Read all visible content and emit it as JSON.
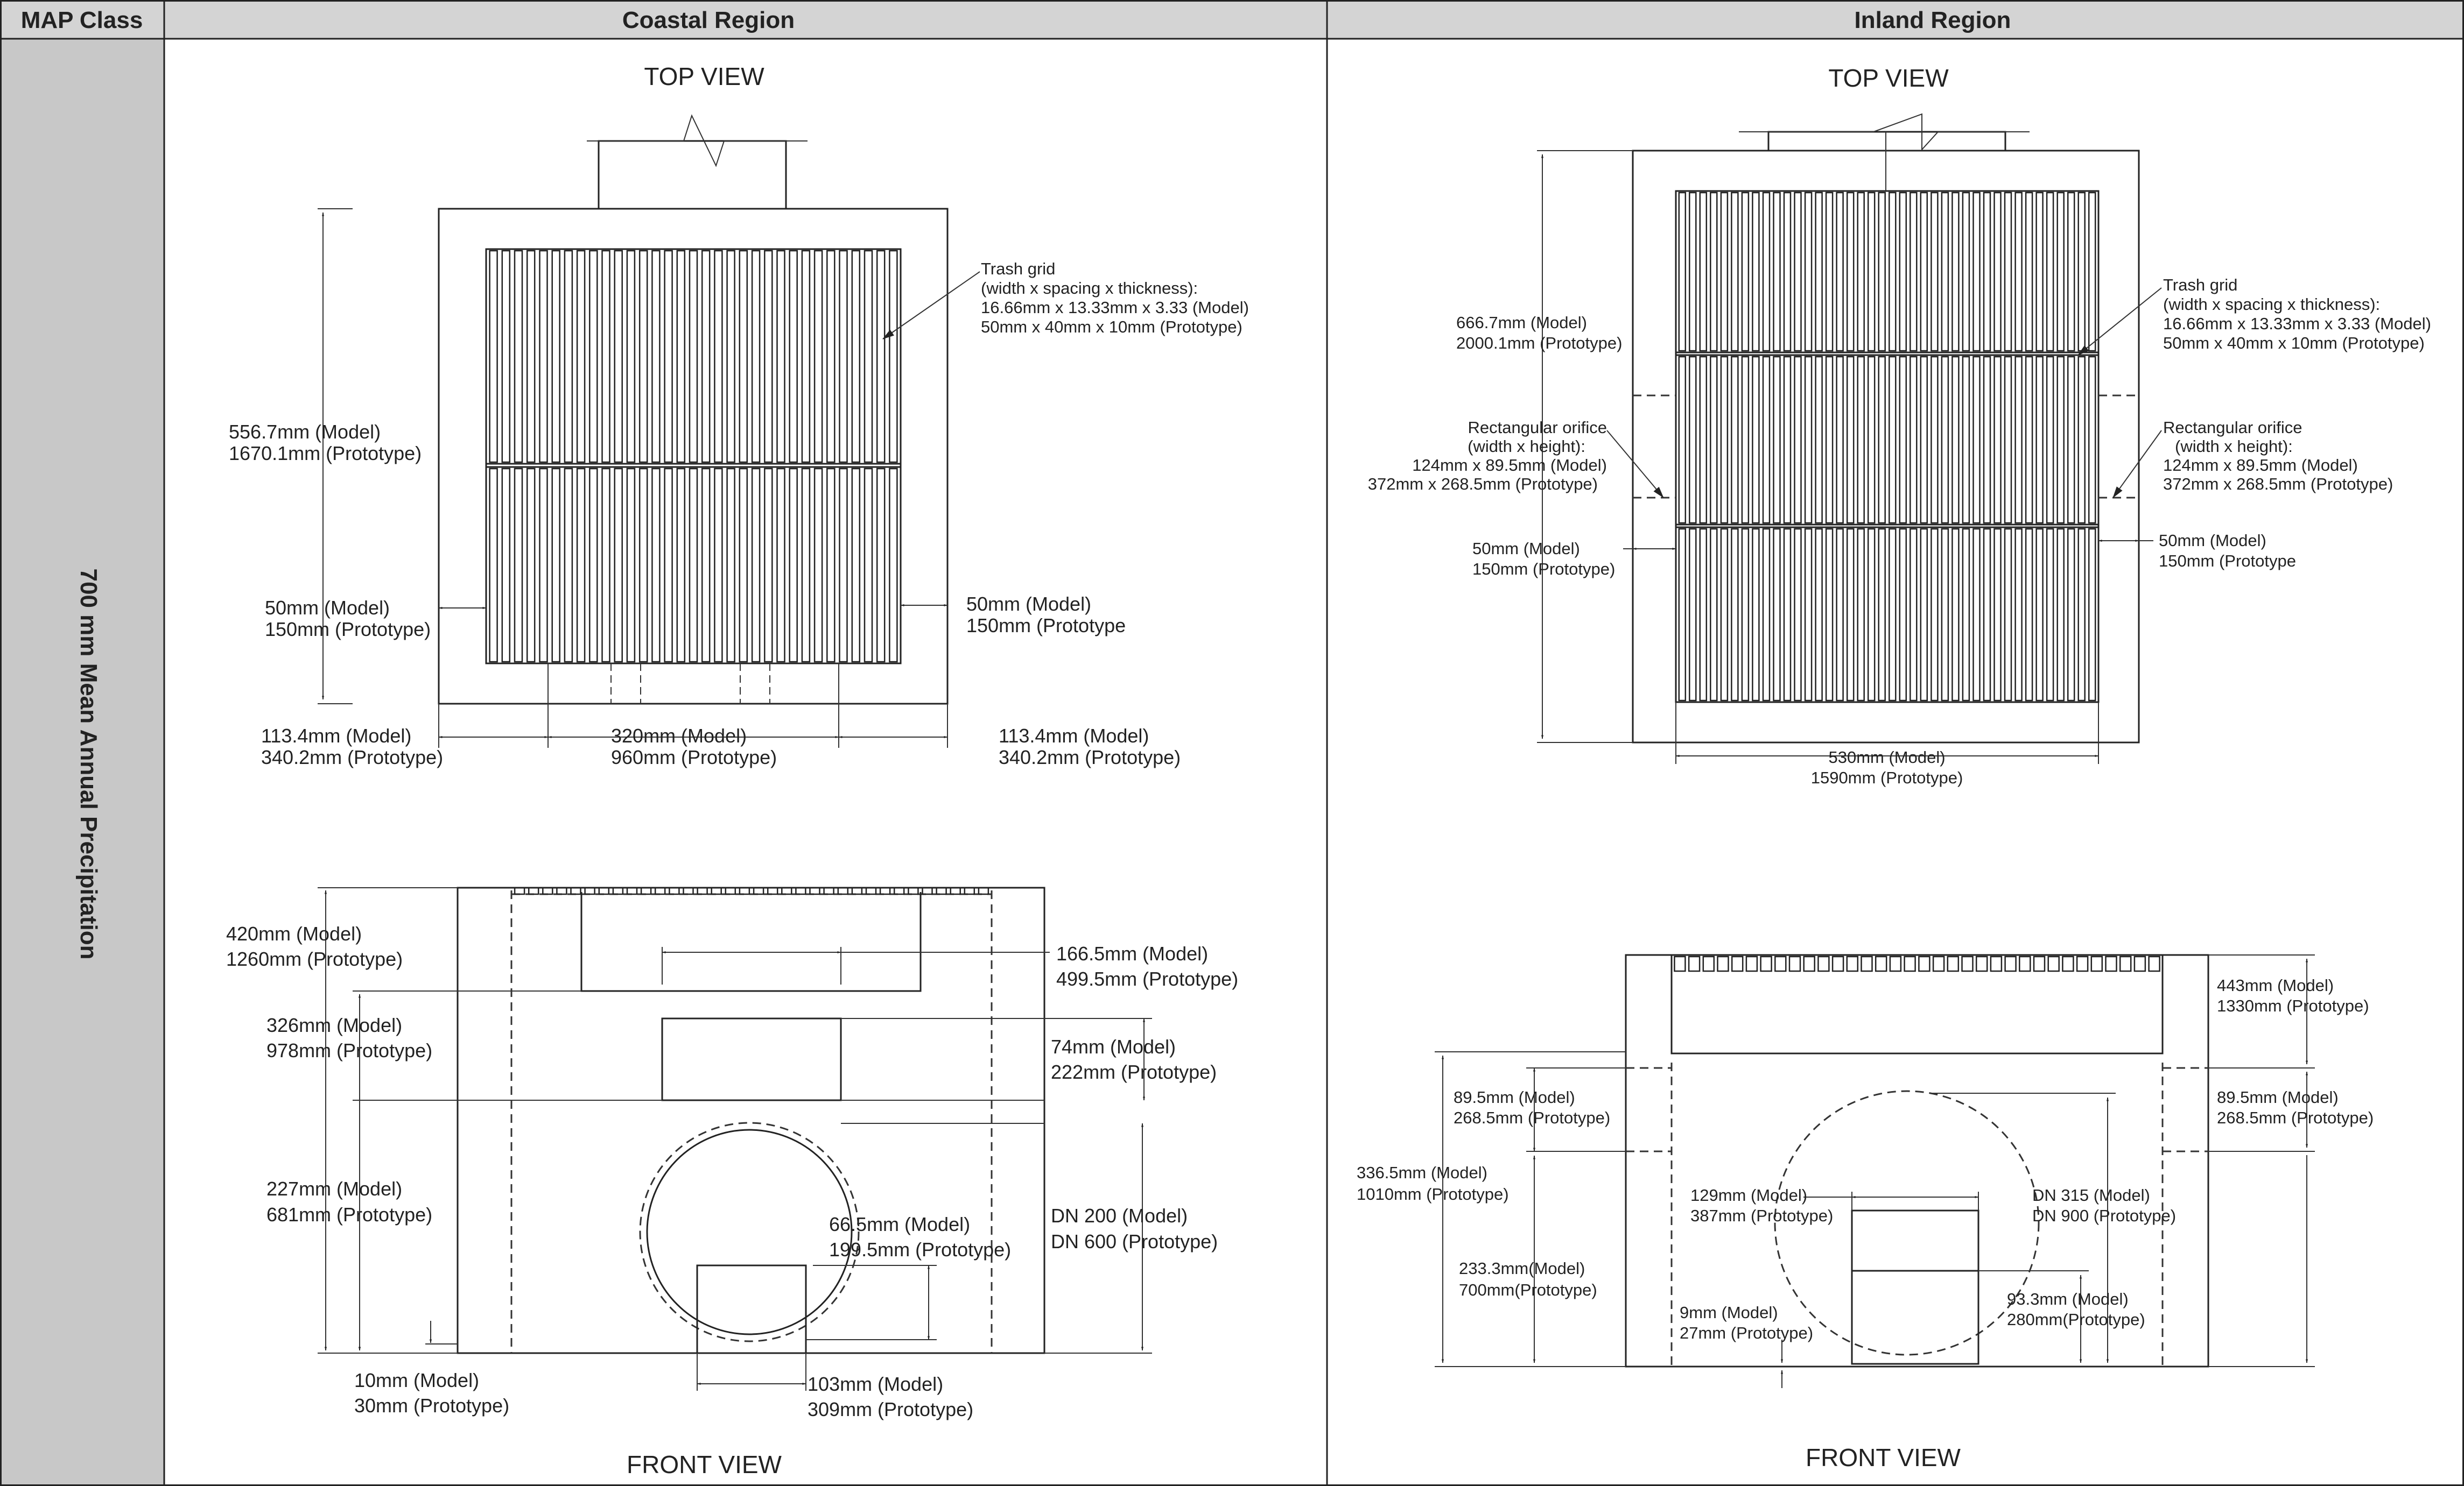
{
  "table": {
    "headers": [
      "MAP Class",
      "Coastal Region",
      "Inland Region"
    ],
    "row_label": "700 mm Mean Annual Precipitation"
  },
  "coastal": {
    "top_view_title": "TOP VIEW",
    "front_view_title": "FRONT VIEW",
    "top": {
      "trash_grid": [
        "Trash grid",
        "(width x spacing x thickness):",
        "16.66mm x 13.33mm x 3.33 (Model)",
        "50mm x 40mm x 10mm (Prototype)"
      ],
      "height": [
        "556.7mm (Model)",
        "1670.1mm (Prototype)"
      ],
      "wall_left": [
        "50mm (Model)",
        "150mm (Prototype)"
      ],
      "wall_right": [
        "50mm (Model)",
        "150mm (Prototype"
      ],
      "side_left": [
        "113.4mm (Model)",
        "340.2mm (Prototype)"
      ],
      "center": [
        "320mm (Model)",
        "960mm (Prototype)"
      ],
      "side_right": [
        "113.4mm (Model)",
        "340.2mm (Prototype)"
      ]
    },
    "front": {
      "d420": [
        "420mm (Model)",
        "1260mm (Prototype)"
      ],
      "d326": [
        "326mm (Model)",
        "978mm (Prototype)"
      ],
      "d227": [
        "227mm (Model)",
        "681mm (Prototype)"
      ],
      "d10": [
        "10mm (Model)",
        "30mm (Prototype)"
      ],
      "d166": [
        "166.5mm (Model)",
        "499.5mm (Prototype)"
      ],
      "d74": [
        "74mm (Model)",
        "222mm (Prototype)"
      ],
      "d66": [
        "66.5mm (Model)",
        "199.5mm (Prototype)"
      ],
      "dn": [
        "DN 200 (Model)",
        "DN 600 (Prototype)"
      ],
      "d103": [
        "103mm (Model)",
        "309mm (Prototype)"
      ]
    }
  },
  "inland": {
    "top_view_title": "TOP VIEW",
    "front_view_title": "FRONT VIEW",
    "top": {
      "height": [
        "666.7mm (Model)",
        "2000.1mm (Prototype)"
      ],
      "trash_grid": [
        "Trash grid",
        "(width x spacing x thickness):",
        "16.66mm x 13.33mm x 3.33 (Model)",
        "50mm x 40mm x 10mm (Prototype)"
      ],
      "orifice_left": [
        "Rectangular orifice",
        "(width x height):",
        "124mm x 89.5mm (Model)",
        "372mm x 268.5mm (Prototype)"
      ],
      "orifice_right": [
        "Rectangular orifice",
        "(width x height):",
        "124mm x 89.5mm (Model)",
        "372mm x 268.5mm (Prototype)"
      ],
      "wall_left": [
        "50mm (Model)",
        "150mm (Prototype)"
      ],
      "wall_right": [
        "50mm (Model)",
        "150mm (Prototype"
      ],
      "width": [
        "530mm (Model)",
        "1590mm (Prototype)"
      ]
    },
    "front": {
      "d443": [
        "443mm (Model)",
        "1330mm (Prototype)"
      ],
      "d89_left": [
        "89.5mm (Model)",
        "268.5mm (Prototype)"
      ],
      "d89_right": [
        "89.5mm (Model)",
        "268.5mm (Prototype)"
      ],
      "d336": [
        "336.5mm (Model)",
        "1010mm (Prototype)"
      ],
      "d233": [
        "233.3mm(Model)",
        "700mm(Prototype)"
      ],
      "d129": [
        "129mm (Model)",
        "387mm (Prototype)"
      ],
      "d9": [
        "9mm (Model)",
        "27mm (Prototype)"
      ],
      "dn": [
        "DN 315 (Model)",
        "DN 900 (Prototype)"
      ],
      "d93": [
        "93.3mm (Model)",
        "280mm(Prototype)"
      ]
    }
  }
}
